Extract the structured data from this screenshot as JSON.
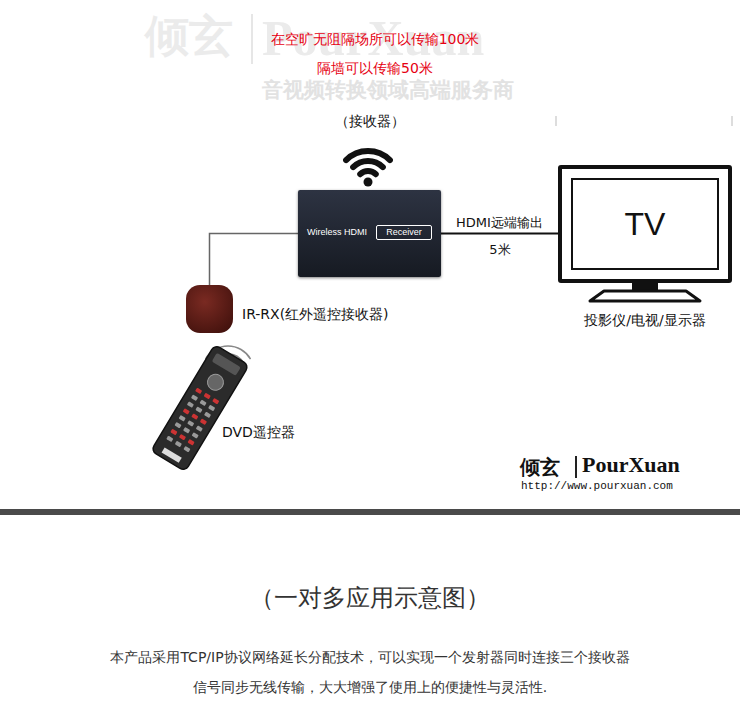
{
  "diagram": {
    "title": "（一对多应用示意图）",
    "nodes": [
      {
        "text": [
          "Wireless HDMI"
        ]
      },
      {
        "text": [
          "Receiver"
        ],
        "in": 0
      },
      {
        "text": [
          "TV",
          "投影仪/电视/显示器"
        ]
      },
      {
        "text": [
          "IR-RX(红外遥控接收器)"
        ]
      }
    ],
    "edges": [
      {
        "from": 3,
        "to": 0,
        "arrow": "none"
      },
      {
        "from": 0,
        "to": 2,
        "label": "HDMI远端输出",
        "arrow": "none"
      }
    ],
    "labels": [
      "倾玄",
      "PourXuan",
      "音视频转换领域高端服务商",
      "在空旷无阻隔场所可以传输100米",
      "隔墙可以传输50米",
      "（接收器）",
      "5米",
      "DVD遥控器",
      "倾玄",
      "PourXuan",
      "http://www.pourxuan.com",
      "本产品采用TCP/IP协议网络延长分配技术，可以实现一个发射器同时连接三个接收器",
      "信号同步无线传输，大大增强了使用上的便捷性与灵活性."
    ]
  }
}
